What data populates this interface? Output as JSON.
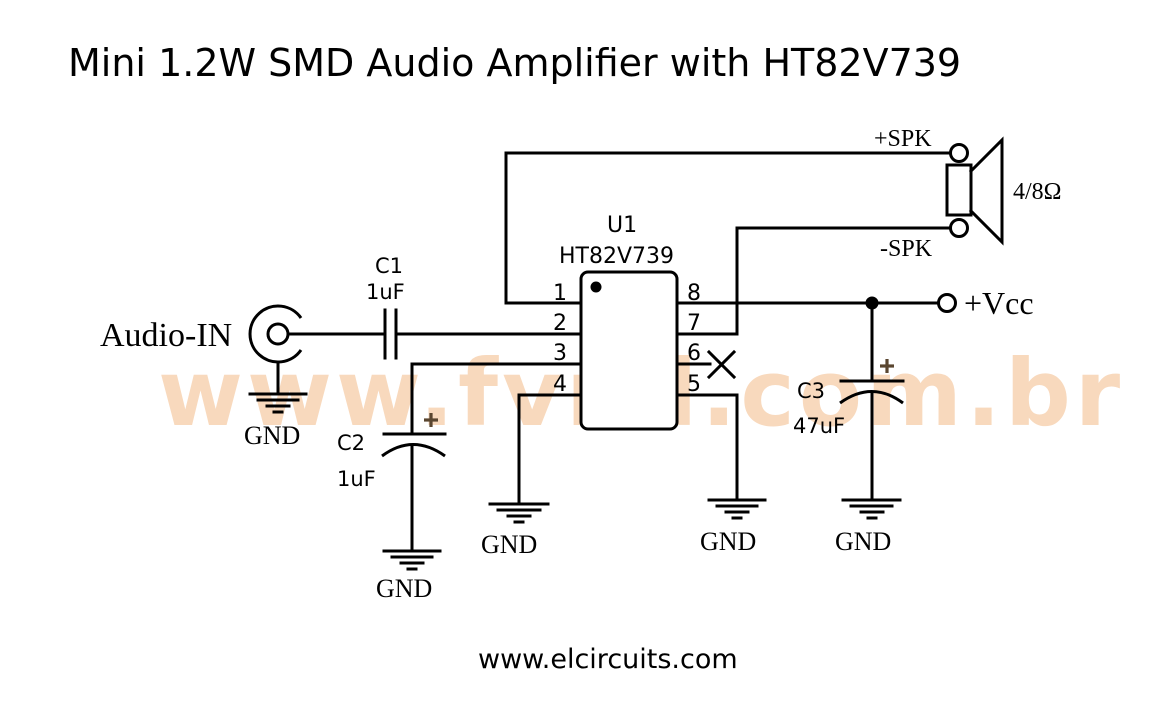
{
  "title": "Mini 1.2W SMD Audio Amplifier with HT82V739",
  "footer": "www.elcircuits.com",
  "watermark": "www.fvml.com.br",
  "colors": {
    "wire": "#000000",
    "watermark": "#f8d9bd",
    "background": "#ffffff"
  },
  "ic": {
    "ref": "U1",
    "part": "HT82V739",
    "pins_left": [
      "1",
      "2",
      "3",
      "4"
    ],
    "pins_right": [
      "8",
      "7",
      "6",
      "5"
    ]
  },
  "input": {
    "label": "Audio-IN"
  },
  "capacitors": [
    {
      "ref": "C1",
      "value": "1uF",
      "type": "ceramic"
    },
    {
      "ref": "C2",
      "value": "1uF",
      "type": "electrolytic"
    },
    {
      "ref": "C3",
      "value": "47uF",
      "type": "electrolytic"
    }
  ],
  "speaker": {
    "pos_label": "+SPK",
    "neg_label": "-SPK",
    "impedance": "4/8Ω"
  },
  "supply": {
    "label": "+Vcc"
  },
  "ground_label": "GND",
  "polarity_mark": "+"
}
